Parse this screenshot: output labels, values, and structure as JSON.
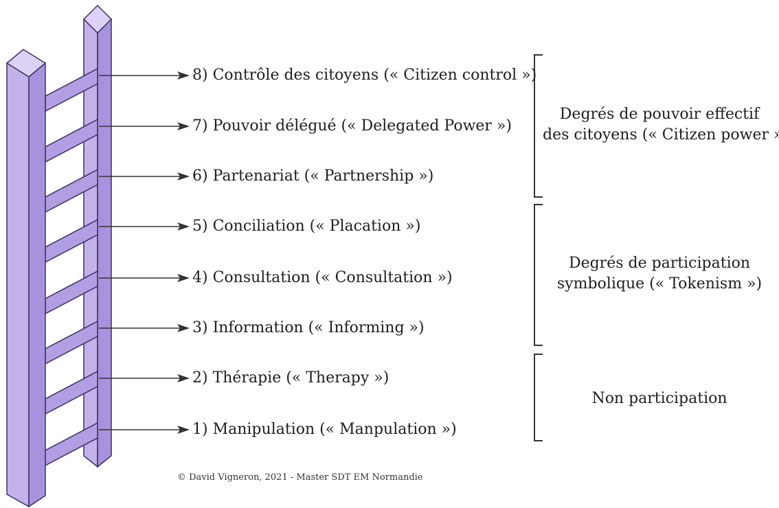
{
  "rungs": [
    {
      "label": "8) Contrôle des citoyens (« Citizen control »)"
    },
    {
      "label": "7) Pouvoir délégué (« Delegated Power »)"
    },
    {
      "label": "6) Partenariat (« Partnership »)"
    },
    {
      "label": "5) Conciliation (« Placation »)"
    },
    {
      "label": "4) Consultation (« Consultation »)"
    },
    {
      "label": "3) Information (« Informing »)"
    },
    {
      "label": "2) Thérapie (« Therapy »)"
    },
    {
      "label": "1) Manipulation (« Manpulation »)"
    }
  ],
  "groups": [
    {
      "line1": "Degrés de pouvoir effectif",
      "line2": "des citoyens (« Citizen power »)"
    },
    {
      "line1": "Degrés de participation",
      "line2": "symbolique (« Tokenism »)"
    },
    {
      "line1": "Non participation",
      "line2": ""
    }
  ],
  "credit": "© David Vigneron, 2021 - Master SDT EM Normandie",
  "colors": {
    "ladder_face": "#c3b2ea",
    "ladder_side": "#a793dd",
    "ladder_top": "#ddd2f6",
    "rung": "#b29fe3",
    "outline": "#3d2f63",
    "text": "#1e1e1e"
  }
}
